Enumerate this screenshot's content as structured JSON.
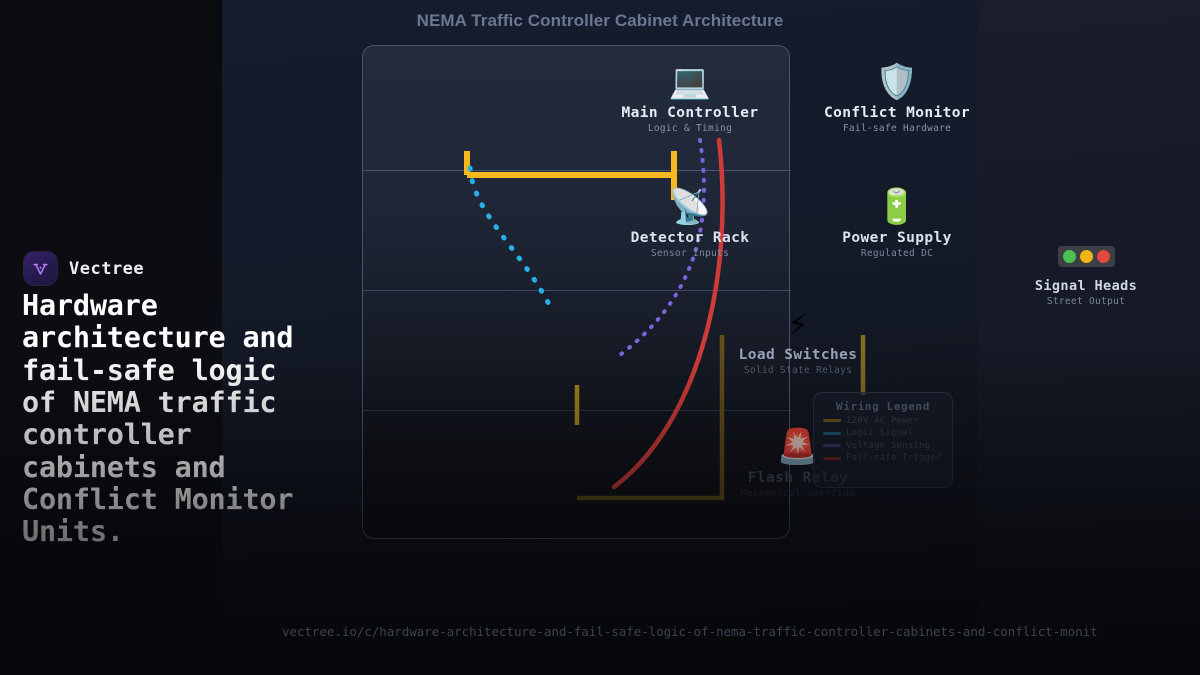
{
  "brand": {
    "name": "Vectree",
    "mark_icon": "vectree-logo-icon",
    "mark_color": "#b07cf0"
  },
  "headline": "Hardware architecture and fail-safe logic of NEMA traffic controller cabinets and Conflict Monitor Units.",
  "footer": {
    "url": "vectree.io/c/hardware-architecture-and-fail-safe-logic-of-nema-traffic-controller-cabinets-and-conflict-monit"
  },
  "diagram": {
    "title": "NEMA Traffic Controller Cabinet Architecture",
    "nodes": [
      {
        "id": "main-controller",
        "icon": "laptop-icon",
        "glyph": "💻",
        "title": "Main Controller",
        "subtitle": "Logic & Timing"
      },
      {
        "id": "conflict-monitor",
        "icon": "shield-icon",
        "glyph": "🛡️",
        "title": "Conflict Monitor",
        "subtitle": "Fail-safe Hardware"
      },
      {
        "id": "detector-rack",
        "icon": "satellite-dish-icon",
        "glyph": "📡",
        "title": "Detector Rack",
        "subtitle": "Sensor Inputs"
      },
      {
        "id": "power-supply",
        "icon": "battery-icon",
        "glyph": "🔋",
        "title": "Power Supply",
        "subtitle": "Regulated DC"
      },
      {
        "id": "load-switches",
        "icon": "lightning-bolt-icon",
        "glyph": "⚡",
        "title": "Load Switches",
        "subtitle": "Solid State Relays"
      },
      {
        "id": "flash-relay",
        "icon": "rotating-light-icon",
        "glyph": "🚨",
        "title": "Flash Relay",
        "subtitle": "Mechanical Override"
      },
      {
        "id": "signal-heads",
        "icon": "traffic-light-icon",
        "glyph": "🚦",
        "title": "Signal Heads",
        "subtitle": "Street Output"
      }
    ],
    "legend": {
      "title": "Wiring Legend",
      "items": [
        {
          "label": "120V AC Power",
          "color": "#f5b81f"
        },
        {
          "label": "Logic Signal",
          "color": "#29b0e8"
        },
        {
          "label": "Voltage Sensing",
          "color": "#7c63d8"
        },
        {
          "label": "Fail-safe Trigger",
          "color": "#e0453f"
        }
      ]
    },
    "signal_lamps": [
      {
        "name": "green-lamp",
        "color": "#4cc054"
      },
      {
        "name": "yellow-lamp",
        "color": "#edb516"
      },
      {
        "name": "red-lamp",
        "color": "#e5483f"
      }
    ]
  }
}
